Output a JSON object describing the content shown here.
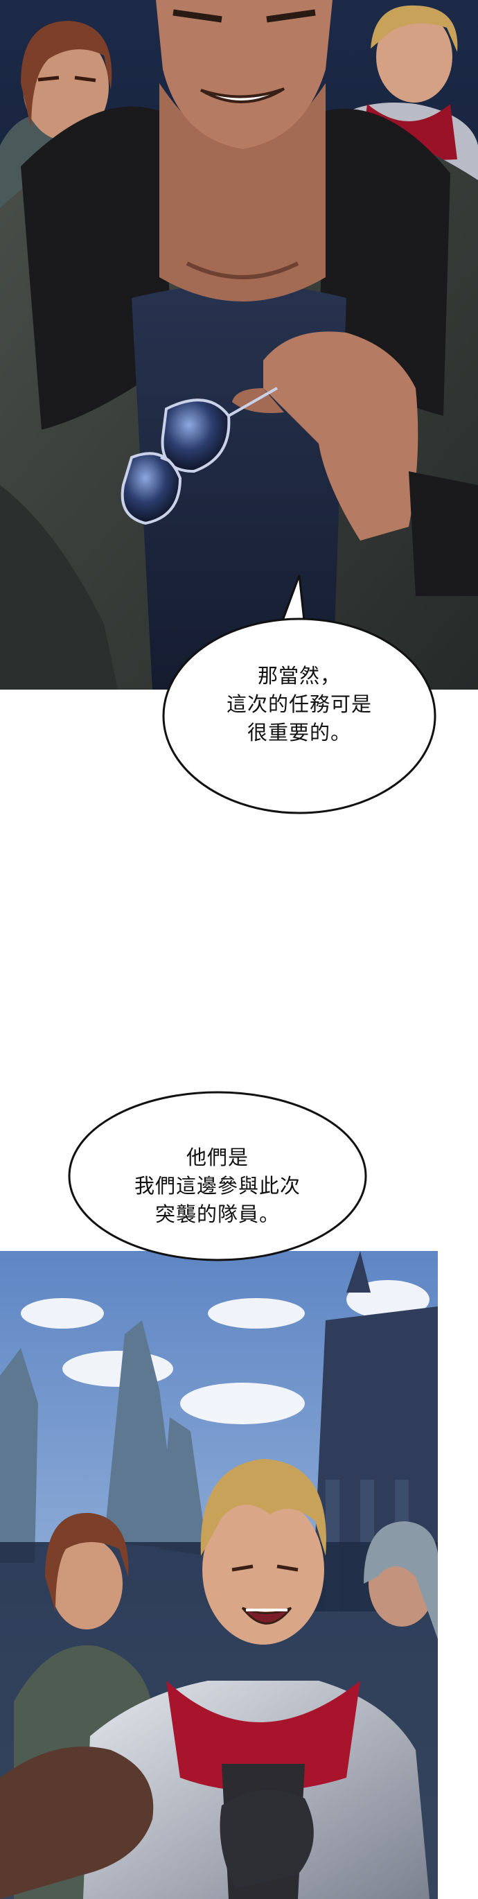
{
  "bubbles": [
    {
      "lines": [
        "那當然，",
        "這次的任務可是",
        "很重要的。"
      ]
    },
    {
      "lines": [
        "他們是",
        "我們這邊參與此次",
        "突襲的隊員。"
      ]
    }
  ],
  "colors": {
    "night_sky": "#2a3d63",
    "coat": "#3b3f3c",
    "fur_collar": "#1a1a1c",
    "skin": "#b57b63",
    "armor_red": "#a8142c",
    "armor_silver": "#c9ccd4",
    "day_sky": "#7fa6d6"
  }
}
